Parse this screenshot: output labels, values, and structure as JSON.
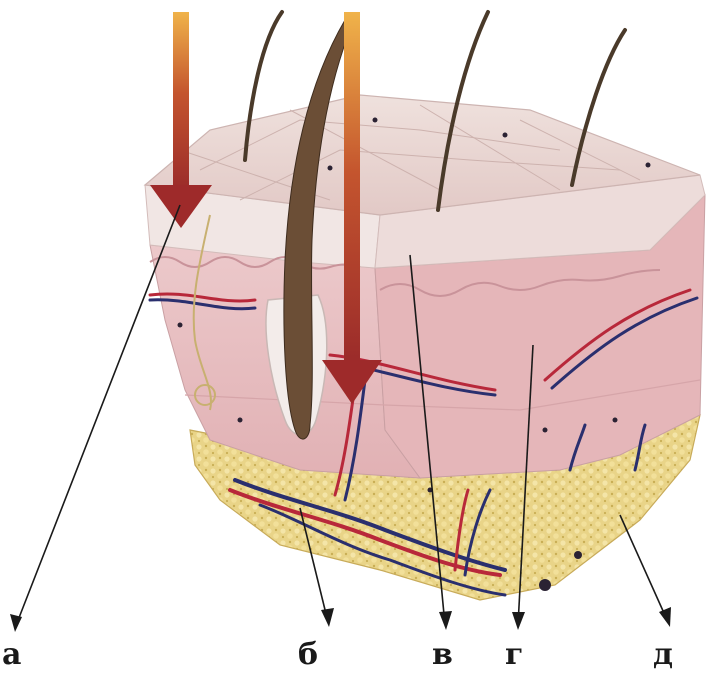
{
  "labels": {
    "a": "а",
    "b": "б",
    "v": "в",
    "g": "г",
    "d": "д"
  },
  "colors": {
    "epidermis": "#ead7d4",
    "dermis": "#e7bcc0",
    "fat": "#e6d07a",
    "vessel_red": "#b8283a",
    "vessel_blue": "#2a2f6e",
    "arrow_top": "#e8a23c",
    "arrow_bottom": "#9e2a2a",
    "hair": "#4a3a2a"
  },
  "icons": {
    "arrow_a": "radiation-arrow-icon",
    "arrow_b": "radiation-arrow-icon"
  }
}
